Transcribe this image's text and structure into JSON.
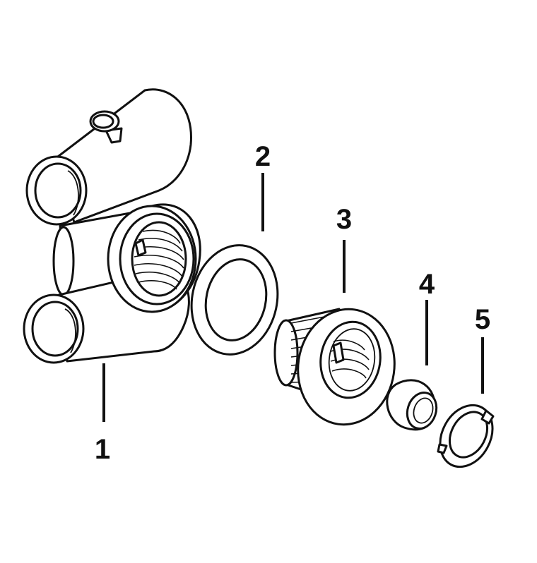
{
  "diagram": {
    "colors": {
      "ink": "#111111",
      "paper": "#ffffff"
    },
    "parts": [
      {
        "id": "1",
        "label": "1",
        "component": "tee-body"
      },
      {
        "id": "2",
        "label": "2",
        "component": "gasket"
      },
      {
        "id": "3",
        "label": "3",
        "component": "threaded-wall-fitting"
      },
      {
        "id": "4",
        "label": "4",
        "component": "eyeball-insert"
      },
      {
        "id": "5",
        "label": "5",
        "component": "retaining-ring"
      }
    ]
  }
}
